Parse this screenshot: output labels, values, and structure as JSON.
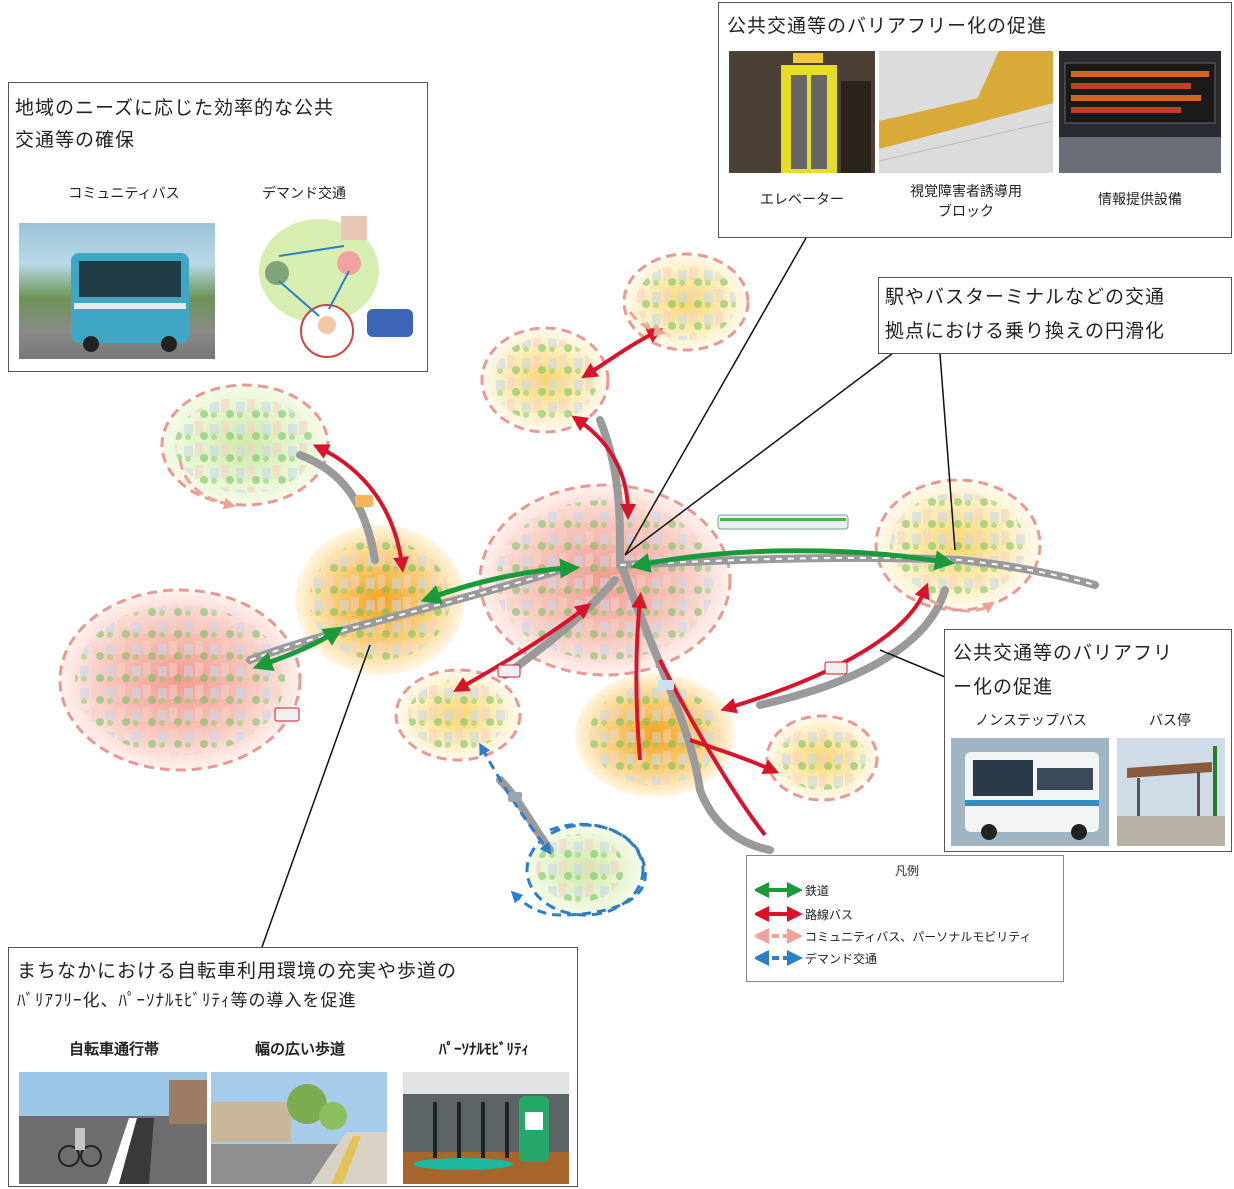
{
  "boxes": {
    "community": {
      "title_line1": "地域のニーズに応じた効率的な公共",
      "title_line2": "交通等の確保",
      "items": [
        "コミュニティバス",
        "デマンド交通"
      ]
    },
    "barrierfree_top": {
      "title": "公共交通等のバリアフリー化の促進",
      "items": [
        "エレベーター",
        "視覚障害者誘導用",
        "ブロック",
        "情報提供設備"
      ]
    },
    "transfer": {
      "title_line1": "駅やバスターミナルなどの交通",
      "title_line2": "拠点における乗り換えの円滑化"
    },
    "barrierfree_right": {
      "title_line1": "公共交通等のバリアフリ",
      "title_line2": "ー化の促進",
      "items": [
        "ノンステップバス",
        "バス停"
      ]
    },
    "bicycle": {
      "title_line1": "まちなかにおける自転車利用環境の充実や歩道の",
      "title_line2": "ﾊﾞﾘｱﾌﾘｰ化、ﾊﾟｰｿﾅﾙﾓﾋﾞﾘﾃｨ等の導入を促進",
      "items": [
        "自転車通行帯",
        "幅の広い歩道",
        "ﾊﾟｰｿﾅﾙﾓﾋﾞﾘﾃｨ"
      ]
    }
  },
  "legend": {
    "title": "凡例",
    "entries": [
      {
        "label": "鉄道",
        "color": "#1a9a3a",
        "dashed": false
      },
      {
        "label": "路線バス",
        "color": "#d9142a",
        "dashed": false
      },
      {
        "label": "コミュニティバス、パーソナルモビリティ",
        "color": "#f0a29a",
        "dashed": true
      },
      {
        "label": "デマンド交通",
        "color": "#2a7fc6",
        "dashed": true
      }
    ]
  }
}
